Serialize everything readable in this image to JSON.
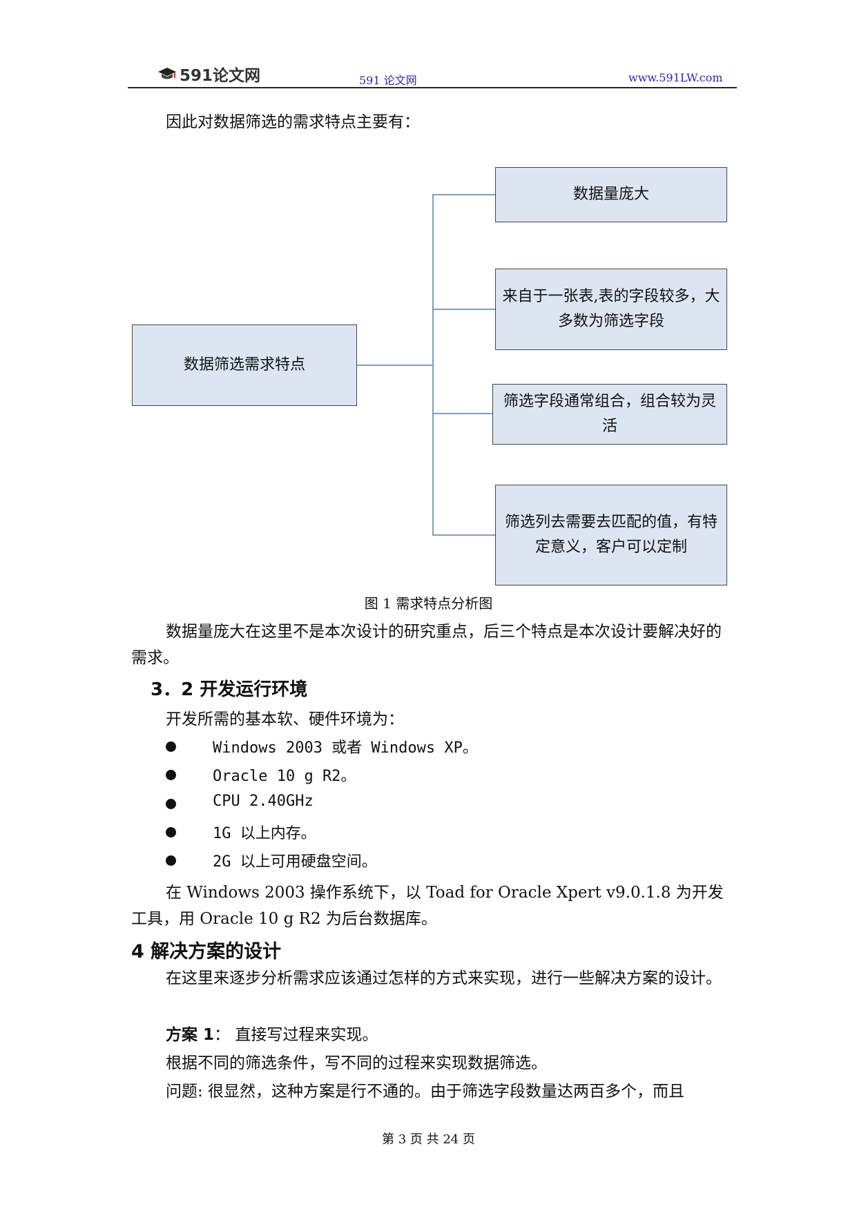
{
  "header": {
    "logo_text": "591论文网",
    "center_text": "591 论文网",
    "right_text": "www.591LW.com"
  },
  "intro": "因此对数据筛选的需求特点主要有：",
  "diagram": {
    "root": "数据筛选需求特点",
    "children": [
      "数据量庞大",
      "来自于一张表,表的字段较多，大多数为筛选字段",
      "筛选字段通常组合，组合较为灵活",
      "筛选列去需要去匹配的值，有特定意义，客户可以定制"
    ],
    "box_fill": "#dce6f2",
    "line_color": "#7f9dbf"
  },
  "caption": "图 1  需求特点分析图",
  "para1": "数据量庞大在这里不是本次设计的研究重点，后三个特点是本次设计要解决好的需求。",
  "section_32": "3．2  开发运行环境",
  "env_intro": "开发所需的基本软、硬件环境为：",
  "env_items": [
    "Windows 2003 或者 Windows XP。",
    "Oracle 10 g R2。",
    "CPU 2.40GHz",
    "1G 以上内存。",
    "2G 以上可用硬盘空间。"
  ],
  "para2": "在 Windows 2003 操作系统下，以 Toad for Oracle Xpert v9.0.1.8 为开发工具，用 Oracle 10 g R2 为后台数据库。",
  "section_4": "4  解决方案的设计",
  "para3": "在这里来逐步分析需求应该通过怎样的方式来实现，进行一些解决方案的设计。",
  "plan1": {
    "label": "方案 1",
    "text": "：  直接写过程来实现。"
  },
  "plan1_desc": "根据不同的筛选条件，写不同的过程来实现数据筛选。",
  "problem": "问题: 很显然，这种方案是行不通的。由于筛选字段数量达两百多个，而且",
  "footer": "第 3 页 共 24 页"
}
